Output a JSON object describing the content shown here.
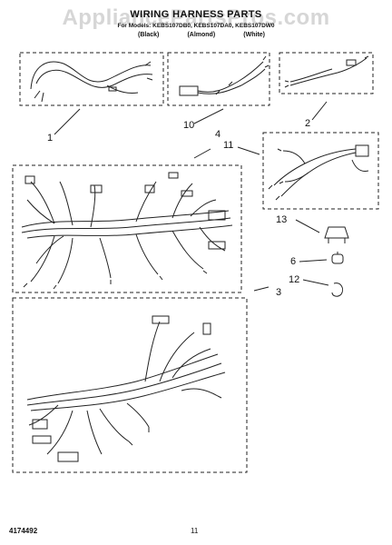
{
  "watermark": "AppliancePartsPros.com",
  "title": "WIRING HARNESS PARTS",
  "models": "For Models: KEBS107DB0, KEBS107DA0, KEBS107DW0",
  "color_codes": [
    "(Black)",
    "(Almond)",
    "(White)"
  ],
  "callouts": [
    "1",
    "10",
    "2",
    "4",
    "11",
    "13",
    "6",
    "12",
    "3"
  ],
  "footer": {
    "doc_number": "4174492",
    "page_number": "11"
  }
}
